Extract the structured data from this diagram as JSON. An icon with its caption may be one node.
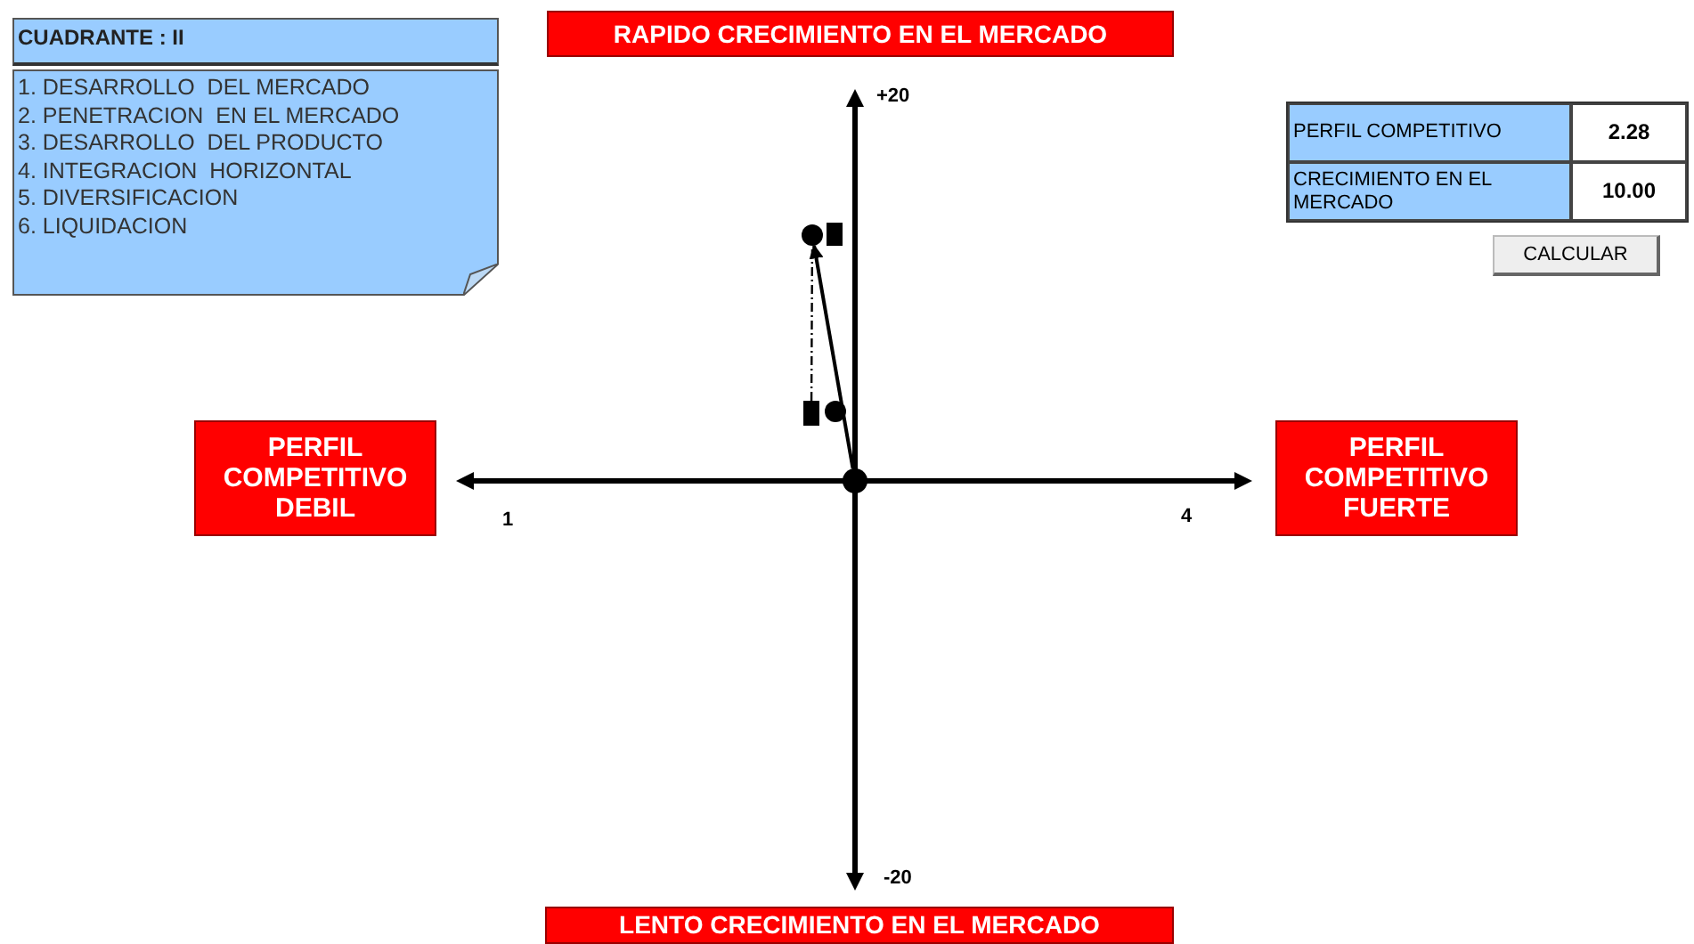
{
  "diagram": {
    "nodes": [
      {
        "text": [
          "CUADRANTE : II"
        ]
      },
      {
        "text": [
          "1. DESARROLLO  DEL MERCADO",
          "2. PENETRACION  EN EL MERCADO",
          "3. DESARROLLO  DEL PRODUCTO",
          "4. INTEGRACION  HORIZONTAL",
          "5. DIVERSIFICACION",
          "6. LIQUIDACION"
        ]
      },
      {
        "text": [
          "RAPIDO CRECIMIENTO EN EL MERCADO"
        ]
      },
      {
        "text": [
          "PERFIL COMPETITIVO DEBIL"
        ]
      },
      {
        "text": [
          "PERFIL COMPETITIVO FUERTE"
        ]
      },
      {
        "text": [
          "LENTO CRECIMIENTO EN EL MERCADO"
        ]
      },
      {
        "text": [],
        "shape": "circle"
      },
      {
        "text": [],
        "shape": "circle"
      },
      {
        "text": [],
        "shape": "box"
      },
      {
        "text": [],
        "shape": "box"
      },
      {
        "text": [],
        "shape": "circle"
      }
    ],
    "edges": [
      {
        "from": 6,
        "to": 7,
        "arrow": "to"
      },
      {
        "from": 9,
        "to": 7,
        "arrow": "none",
        "style": "dashed"
      }
    ],
    "labels": [
      "+20",
      "-20",
      "1",
      "4",
      "PERFIL COMPETITIVO",
      "2.28",
      "CRECIMIENTO EN EL MERCADO",
      "10.00",
      "CALCULAR"
    ]
  }
}
